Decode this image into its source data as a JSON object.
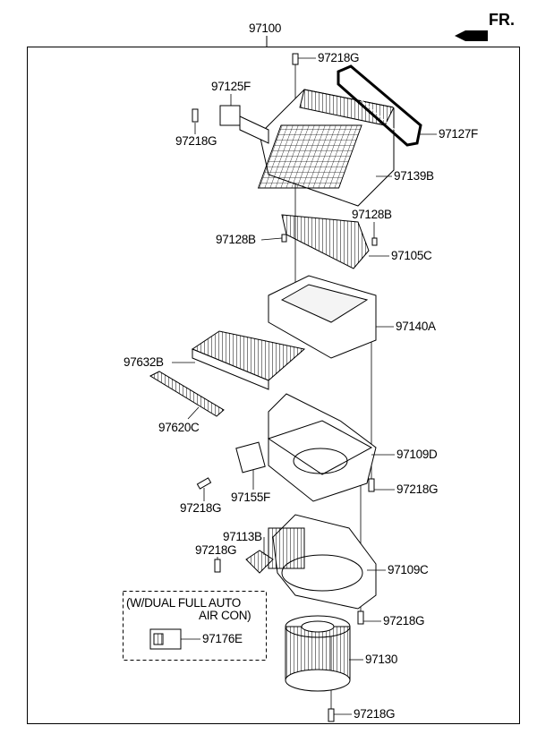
{
  "title_part": "97100",
  "direction_label": "FR.",
  "note": {
    "line1": "(W/DUAL FULL AUTO",
    "line2": "AIR CON)"
  },
  "labels": [
    "97218G",
    "97125F",
    "97218G",
    "97127F",
    "97139B",
    "97128B",
    "97128B",
    "97105C",
    "97140A",
    "97632B",
    "97620C",
    "97109D",
    "97218G",
    "97155F",
    "97218G",
    "97113B",
    "97218G",
    "97109C",
    "97176E",
    "97218G",
    "97130",
    "97218G"
  ]
}
